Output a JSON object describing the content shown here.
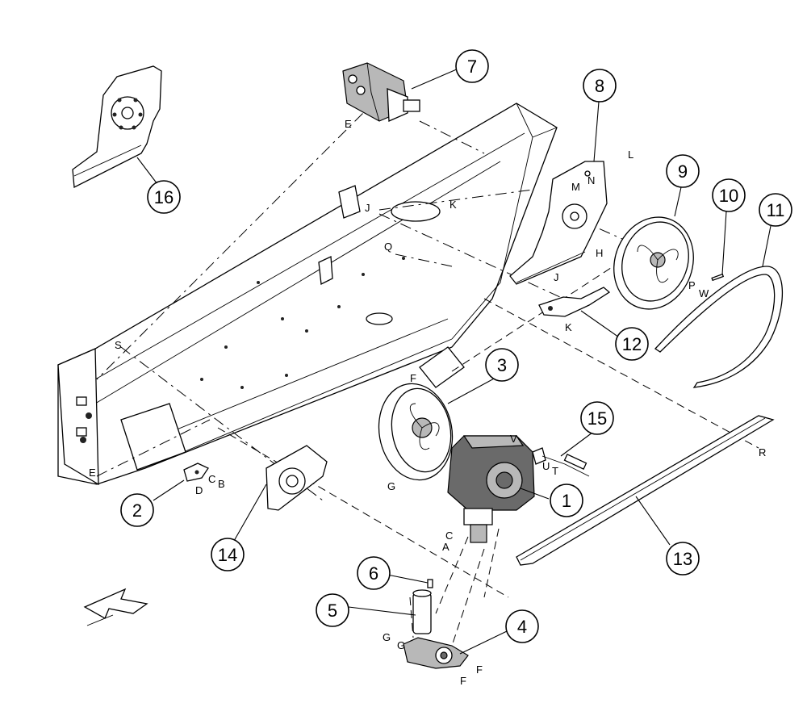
{
  "callouts": [
    {
      "num": "1"
    },
    {
      "num": "2"
    },
    {
      "num": "3"
    },
    {
      "num": "4"
    },
    {
      "num": "5"
    },
    {
      "num": "6"
    },
    {
      "num": "7"
    },
    {
      "num": "8"
    },
    {
      "num": "9"
    },
    {
      "num": "10"
    },
    {
      "num": "11"
    },
    {
      "num": "12"
    },
    {
      "num": "13"
    },
    {
      "num": "14"
    },
    {
      "num": "15"
    },
    {
      "num": "16"
    }
  ],
  "letters": [
    "E",
    "N",
    "L",
    "M",
    "J",
    "K",
    "Q",
    "H",
    "J",
    "K",
    "P",
    "W",
    "S",
    "F",
    "V",
    "U",
    "T",
    "R",
    "E",
    "C",
    "B",
    "D",
    "G",
    "C",
    "A",
    "G",
    "G",
    "F",
    "F"
  ],
  "icons": {
    "direction_arrow": "front-direction-arrow-icon"
  }
}
